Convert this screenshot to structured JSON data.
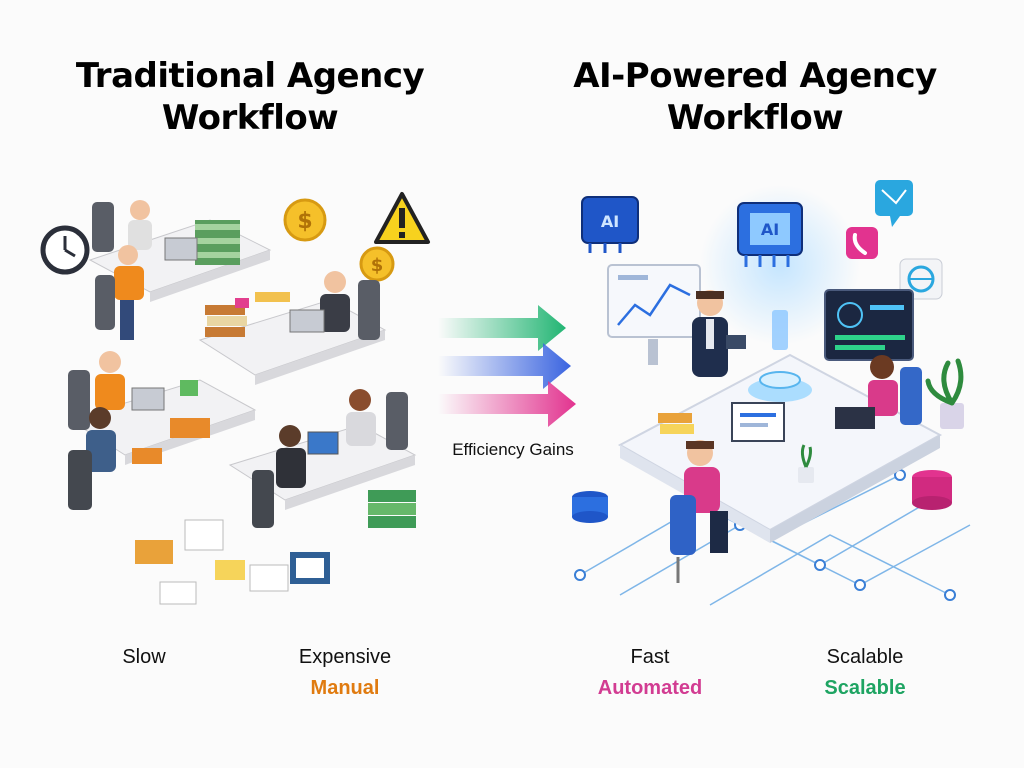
{
  "left": {
    "title_line1": "Traditional Agency",
    "title_line2": "Workflow",
    "labels": {
      "slow": "Slow",
      "expensive": "Expensive",
      "manual": "Manual"
    }
  },
  "right": {
    "title_line1": "AI-Powered Agency",
    "title_line2": "Workflow",
    "labels": {
      "fast": "Fast",
      "scalable": "Scalable",
      "automated": "Automated",
      "scalable_sub": "Scalable"
    },
    "chip_labels": {
      "chip1": "AI",
      "chip2": "AI"
    }
  },
  "center": {
    "caption": "Efficiency Gains"
  },
  "icons": [
    "clock-icon",
    "dollar-coin-icon",
    "warning-icon",
    "ai-chip-icon",
    "chat-bubble-icon",
    "phone-icon",
    "globe-icon",
    "database-icon",
    "plant-icon",
    "laptop-icon"
  ],
  "colors": {
    "manual": "#e07b10",
    "automated": "#d23c92",
    "scalable": "#1ea462",
    "arrow_green": "#22b573",
    "arrow_blue": "#3a64e0",
    "arrow_pink": "#e2338f"
  }
}
